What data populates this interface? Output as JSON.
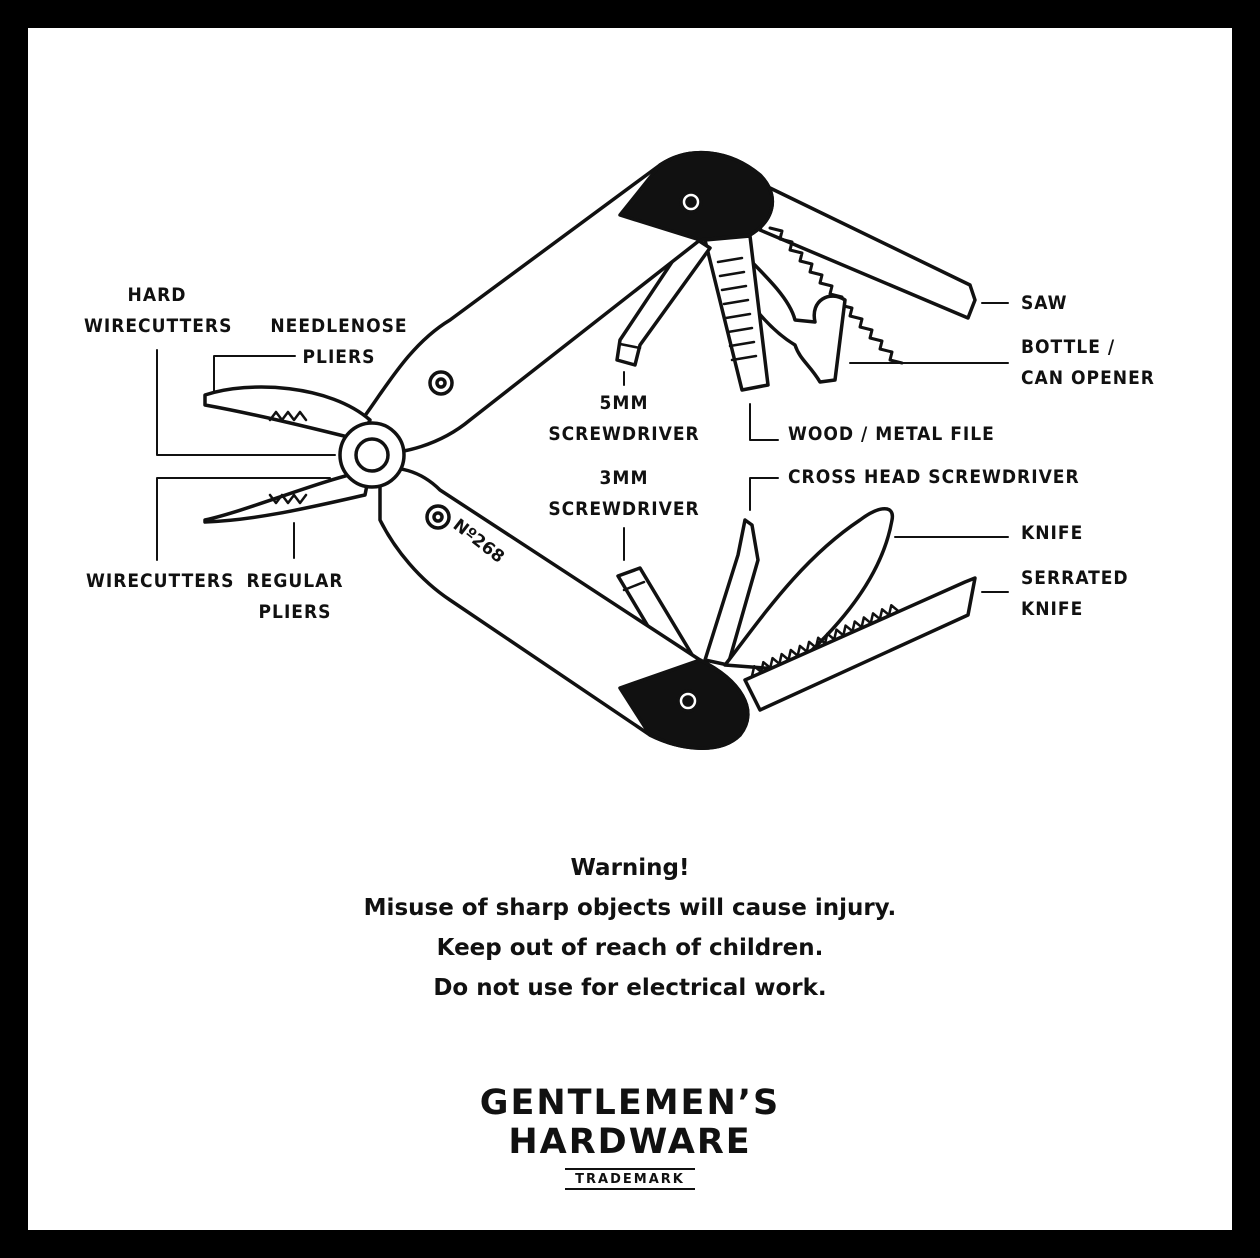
{
  "labels": {
    "hard_wirecutters": [
      "HARD",
      "WIRECUTTERS"
    ],
    "needlenose_pliers": [
      "NEEDLENOSE",
      "PLIERS"
    ],
    "wirecutters": "WIRECUTTERS",
    "regular_pliers": [
      "REGULAR",
      "PLIERS"
    ],
    "screwdriver_5mm": [
      "5MM",
      "SCREWDRIVER"
    ],
    "screwdriver_3mm": [
      "3MM",
      "SCREWDRIVER"
    ],
    "saw": "SAW",
    "bottle_can_opener": [
      "BOTTLE /",
      "CAN OPENER"
    ],
    "wood_metal_file": "WOOD / METAL FILE",
    "cross_head_screwdriver": "CROSS HEAD SCREWDRIVER",
    "knife": "KNIFE",
    "serrated_knife": [
      "SERRATED",
      "KNIFE"
    ]
  },
  "handle_engraving": "Nº268",
  "warning": [
    "Warning!",
    "Misuse of sharp objects will cause injury.",
    "Keep out of reach of children.",
    "Do not use for electrical work."
  ],
  "brand": {
    "line1": "GENTLEMEN’S",
    "line2": "HARDWARE",
    "trademark": "TRADEMARK"
  }
}
